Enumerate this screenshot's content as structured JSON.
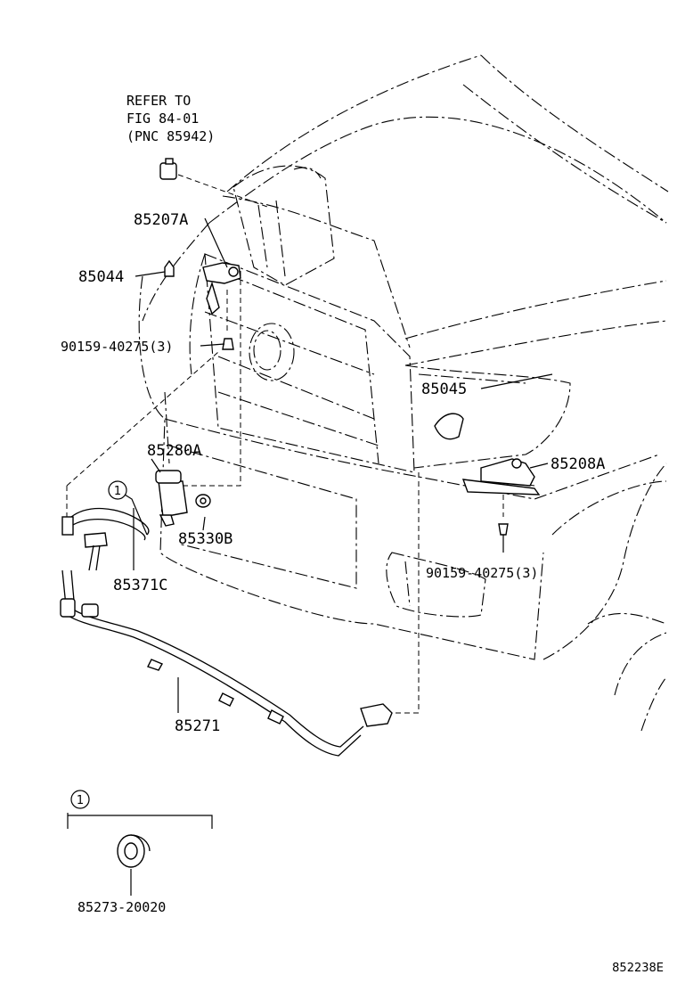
{
  "callouts": {
    "refer_line1": "REFER TO",
    "refer_line2": "FIG 84-01",
    "refer_line3": "(PNC 85942)",
    "p85207A": "85207A",
    "p85044": "85044",
    "p90159_left": "90159-40275(3)",
    "p85045": "85045",
    "p85280A": "85280A",
    "p85208A": "85208A",
    "p85330B": "85330B",
    "p90159_right": "90159-40275(3)",
    "p85371C": "85371C",
    "p85271": "85271",
    "p85273": "85273-20020"
  },
  "markers": {
    "circle_main": "1",
    "circle_legend": "1"
  },
  "figure_id": "852238E"
}
